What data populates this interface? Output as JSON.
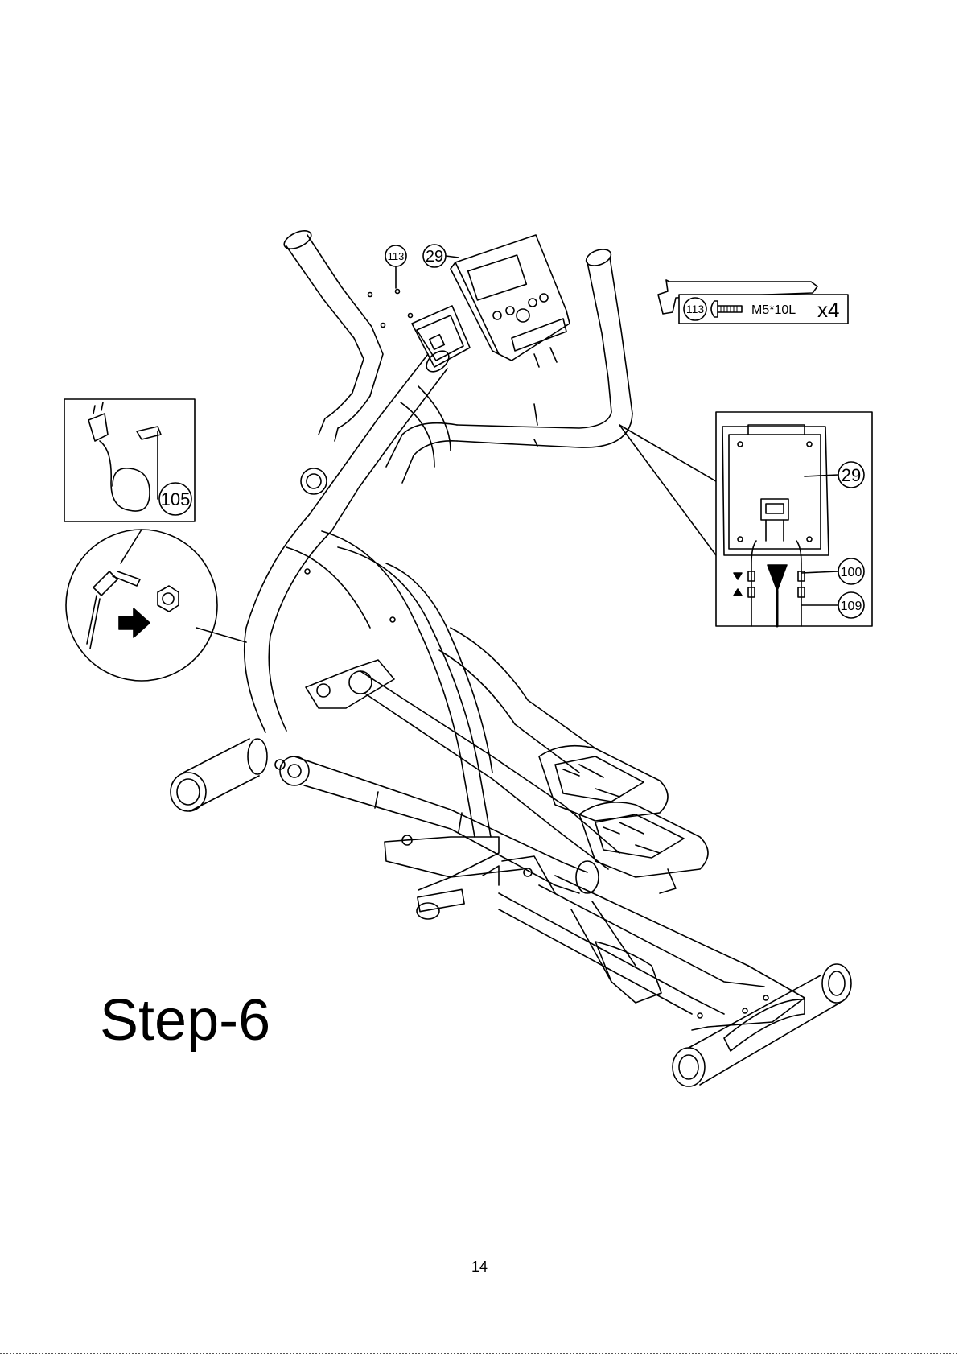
{
  "step_title": "Step-6",
  "page_number": "14",
  "callouts": {
    "bolt_part": "113",
    "console_part": "29",
    "adapter_part": "105"
  },
  "hardware": {
    "part_number": "113",
    "spec": "M5*10L",
    "quantity": "x4"
  },
  "detail_box": {
    "console_part": "29",
    "upper_cable_part": "100",
    "lower_cable_part": "109"
  },
  "icons": [
    "allen-key-icon",
    "bolt-icon",
    "power-adapter-icon",
    "connector-arrow-icon"
  ]
}
